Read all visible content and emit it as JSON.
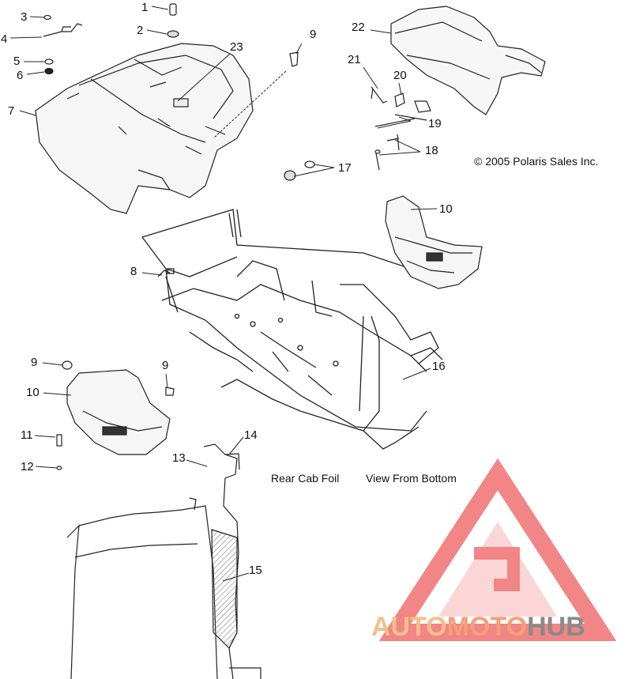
{
  "copyright": "© 2005 Polaris Sales Inc.",
  "view_caption_left": "Rear Cab Foil",
  "view_caption_right": "View From Bottom",
  "watermark": {
    "part1": "AUTO",
    "part2": "MOTO",
    "part3": "HUB"
  },
  "callouts": [
    {
      "id": "c1",
      "text": "1"
    },
    {
      "id": "c2",
      "text": "2"
    },
    {
      "id": "c3",
      "text": "3"
    },
    {
      "id": "c4",
      "text": "4"
    },
    {
      "id": "c5",
      "text": "5"
    },
    {
      "id": "c6",
      "text": "6"
    },
    {
      "id": "c7",
      "text": "7"
    },
    {
      "id": "c8",
      "text": "8"
    },
    {
      "id": "c9a",
      "text": "9"
    },
    {
      "id": "c9b",
      "text": "9"
    },
    {
      "id": "c9c",
      "text": "9"
    },
    {
      "id": "c10a",
      "text": "10"
    },
    {
      "id": "c10b",
      "text": "10"
    },
    {
      "id": "c11",
      "text": "11"
    },
    {
      "id": "c12",
      "text": "12"
    },
    {
      "id": "c13",
      "text": "13"
    },
    {
      "id": "c14",
      "text": "14"
    },
    {
      "id": "c15",
      "text": "15"
    },
    {
      "id": "c16",
      "text": "16"
    },
    {
      "id": "c17",
      "text": "17"
    },
    {
      "id": "c18",
      "text": "18"
    },
    {
      "id": "c19",
      "text": "19"
    },
    {
      "id": "c20",
      "text": "20"
    },
    {
      "id": "c21",
      "text": "21"
    },
    {
      "id": "c22",
      "text": "22"
    },
    {
      "id": "c23",
      "text": "23"
    }
  ],
  "colors": {
    "line": "#222222",
    "logo_red": "#f07070",
    "logo_fill": "#f4a0a0",
    "hatch": "#555555"
  }
}
